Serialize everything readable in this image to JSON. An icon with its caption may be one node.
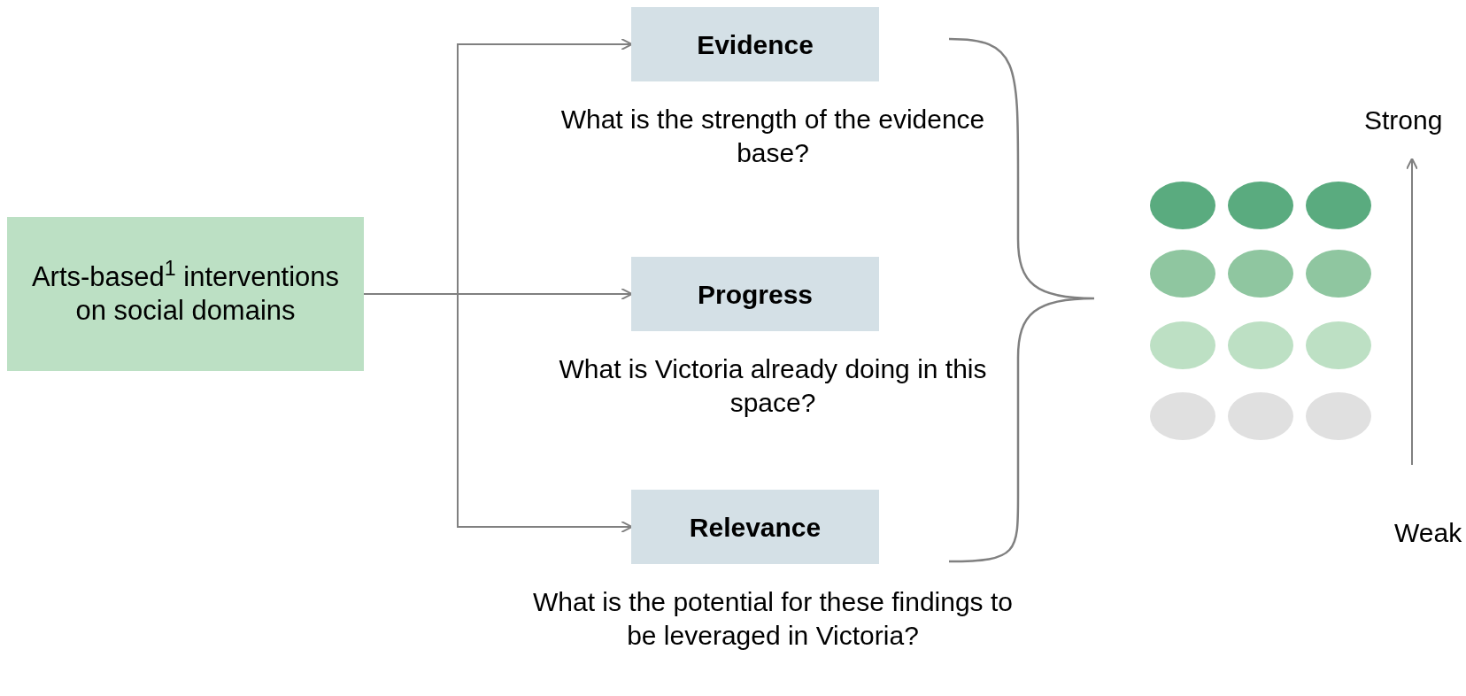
{
  "diagram": {
    "nodes": [
      {
        "text": [
          "Arts-based$^{1}$ interventions on social domains"
        ]
      },
      {
        "text": [
          "Evidence"
        ],
        "beside": [
          "What is the strength of the evidence base?"
        ]
      },
      {
        "text": [
          "Progress"
        ],
        "beside": [
          "What is Victoria already doing in this space?"
        ]
      },
      {
        "text": [
          "Relevance"
        ],
        "beside": [
          "What is the potential for these findings to be leveraged in Victoria?"
        ]
      }
    ],
    "edges": [
      {
        "from": 0,
        "to": 1,
        "arrow": "to"
      },
      {
        "from": 0,
        "to": 2,
        "arrow": "to"
      },
      {
        "from": 0,
        "to": 3,
        "arrow": "to"
      }
    ],
    "labels": [
      "Strong",
      "Weak"
    ]
  }
}
